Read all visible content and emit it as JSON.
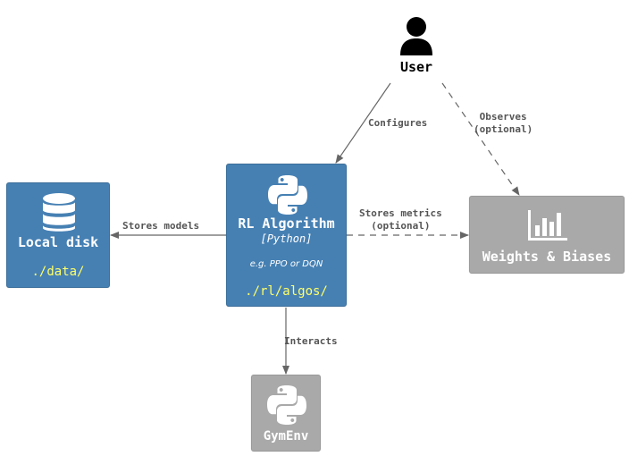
{
  "user": {
    "label": "User"
  },
  "nodes": {
    "rl_algorithm": {
      "title": "RL Algorithm",
      "technology": "[Python]",
      "description": "e.g. PPO or DQN",
      "path": "./rl/algos/",
      "icon": "python-icon",
      "color": "#4680b3"
    },
    "local_disk": {
      "title": "Local disk",
      "path": "./data/",
      "icon": "database-icon",
      "color": "#4680b3"
    },
    "wandb": {
      "title": "Weights & Biases",
      "icon": "bar-chart-icon",
      "color": "#a9a9a9"
    },
    "gymenv": {
      "title": "GymEnv",
      "icon": "python-icon",
      "color": "#a9a9a9"
    }
  },
  "edges": {
    "configures": "Configures",
    "observes": "Observes\n(optional)",
    "stores_models": "Stores models",
    "stores_metrics": "Stores metrics\n(optional)",
    "interacts": "Interacts"
  }
}
